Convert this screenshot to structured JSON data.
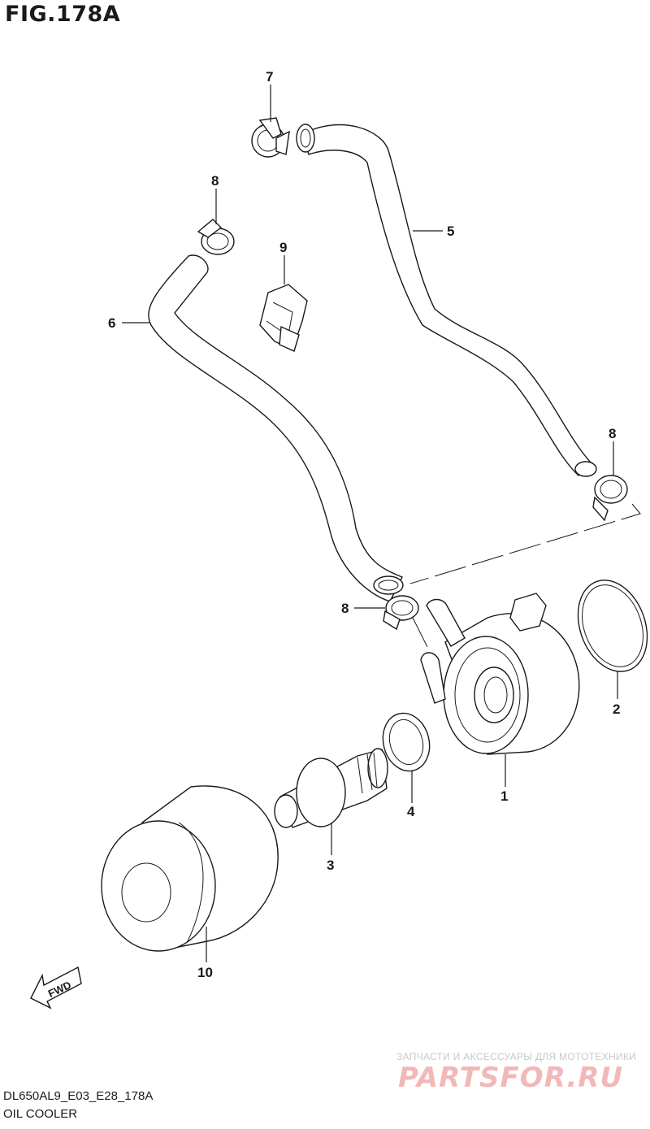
{
  "figure": {
    "title": "FIG.178A"
  },
  "callouts": [
    {
      "id": "7",
      "label": "7"
    },
    {
      "id": "8a",
      "label": "8"
    },
    {
      "id": "9",
      "label": "9"
    },
    {
      "id": "5",
      "label": "5"
    },
    {
      "id": "6",
      "label": "6"
    },
    {
      "id": "8b",
      "label": "8"
    },
    {
      "id": "8c",
      "label": "8"
    },
    {
      "id": "2",
      "label": "2"
    },
    {
      "id": "1",
      "label": "1"
    },
    {
      "id": "4",
      "label": "4"
    },
    {
      "id": "3",
      "label": "3"
    },
    {
      "id": "10",
      "label": "10"
    }
  ],
  "fwd_label": "FWD",
  "footer": {
    "code": "DL650AL9_E03_E28_178A",
    "name": "OIL COOLER"
  },
  "watermark": {
    "tagline": "ЗАПЧАСТИ И АКСЕССУАРЫ ДЛЯ МОТОТЕХНИКИ",
    "logo": "PARTSFOR.RU"
  }
}
